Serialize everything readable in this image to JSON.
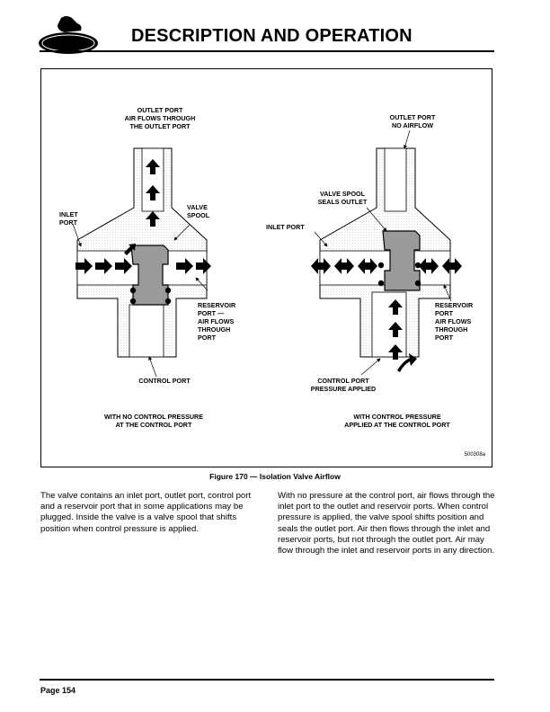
{
  "header": {
    "logo_text": "Mack",
    "title": "DESCRIPTION AND OPERATION"
  },
  "figure": {
    "left_diagram": {
      "outlet_label": [
        "OUTLET PORT",
        "AIR FLOWS THROUGH",
        "THE OUTLET PORT"
      ],
      "inlet_label": [
        "INLET",
        "PORT"
      ],
      "valve_label": [
        "VALVE",
        "SPOOL"
      ],
      "reservoir_label": [
        "RESERVOIR",
        "PORT —",
        "AIR FLOWS",
        "THROUGH",
        "PORT"
      ],
      "control_label": "CONTROL PORT",
      "condition_label": [
        "WITH NO CONTROL PRESSURE",
        "AT THE CONTROL PORT"
      ]
    },
    "right_diagram": {
      "outlet_label": [
        "OUTLET PORT",
        "NO AIRFLOW"
      ],
      "spool_label": [
        "VALVE SPOOL",
        "SEALS OUTLET"
      ],
      "inlet_label": "INLET PORT",
      "reservoir_label": [
        "RESERVOIR",
        "PORT",
        "AIR FLOWS",
        "THROUGH",
        "PORT"
      ],
      "control_label": [
        "CONTROL PORT",
        "PRESSURE APPLIED"
      ],
      "condition_label": [
        "WITH  CONTROL PRESSURE",
        "APPLIED AT THE CONTROL PORT"
      ]
    },
    "code": "500308a",
    "caption": "Figure 170 — Isolation Valve Airflow"
  },
  "body": {
    "left_paragraph": "The valve contains an inlet port, outlet port, control port and a reservoir port that in some applications may be plugged. Inside the valve is a valve spool that shifts position when control pressure is applied.",
    "right_paragraph": "With no pressure at the control port, air flows through the inlet port to the outlet and reservoir ports. When control pressure is applied, the valve spool shifts position and seals the outlet port. Air then flows through the inlet and reservoir ports, but not through the outlet port. Air may flow through the inlet and reservoir ports in any direction."
  },
  "footer": {
    "page": "Page 154"
  }
}
